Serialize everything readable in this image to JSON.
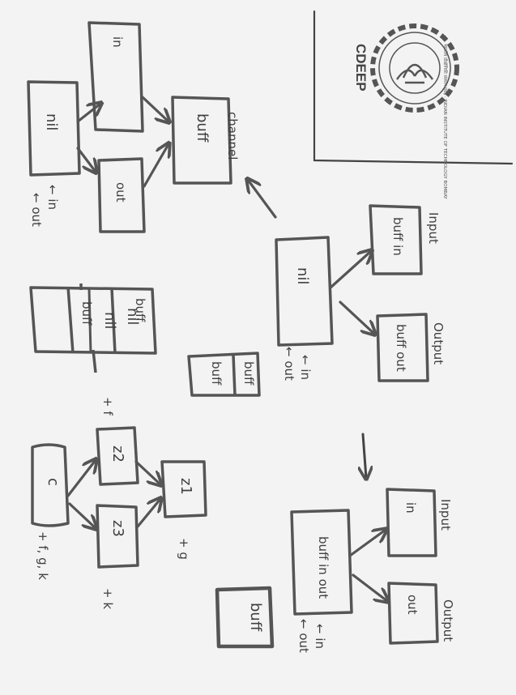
{
  "logo": {
    "name": "CDEEP",
    "ring_text": "भारतीय प्रौद्योगिकी संस्थान मुंबई · INDIAN INSTITUTE OF TECHNOLOGY BOMBAY"
  },
  "diagram1": {
    "nil": "nil",
    "in": "in",
    "out": "out",
    "buff": "buff",
    "channel": "channel",
    "label_in": "← in",
    "label_out": "← out"
  },
  "diagram2": {
    "row1": [
      "buff",
      "nil"
    ],
    "row2": [
      "buff",
      "nil"
    ],
    "row3": [
      "",
      "nil"
    ]
  },
  "diagram3": {
    "nil": "nil",
    "buff_in": "buff in",
    "buff_out": "buff out",
    "input": "Input",
    "output": "Output",
    "label_in": "← in",
    "label_out": "← out",
    "small_box": [
      "buff",
      "buff"
    ]
  },
  "diagram4": {
    "c": "c",
    "z2": "z2",
    "z3": "z3",
    "z1": "z1",
    "c_marks": "+ f, g, k",
    "z2_mark": "+ f",
    "z3_mark": "+ k",
    "z1_mark": "+ g"
  },
  "diagram5": {
    "buff_in_out": "buff in out",
    "in": "in",
    "out": "out",
    "input": "Input",
    "output": "Output",
    "label_in": "← in",
    "label_out": "← out",
    "buff_box": "buff"
  }
}
